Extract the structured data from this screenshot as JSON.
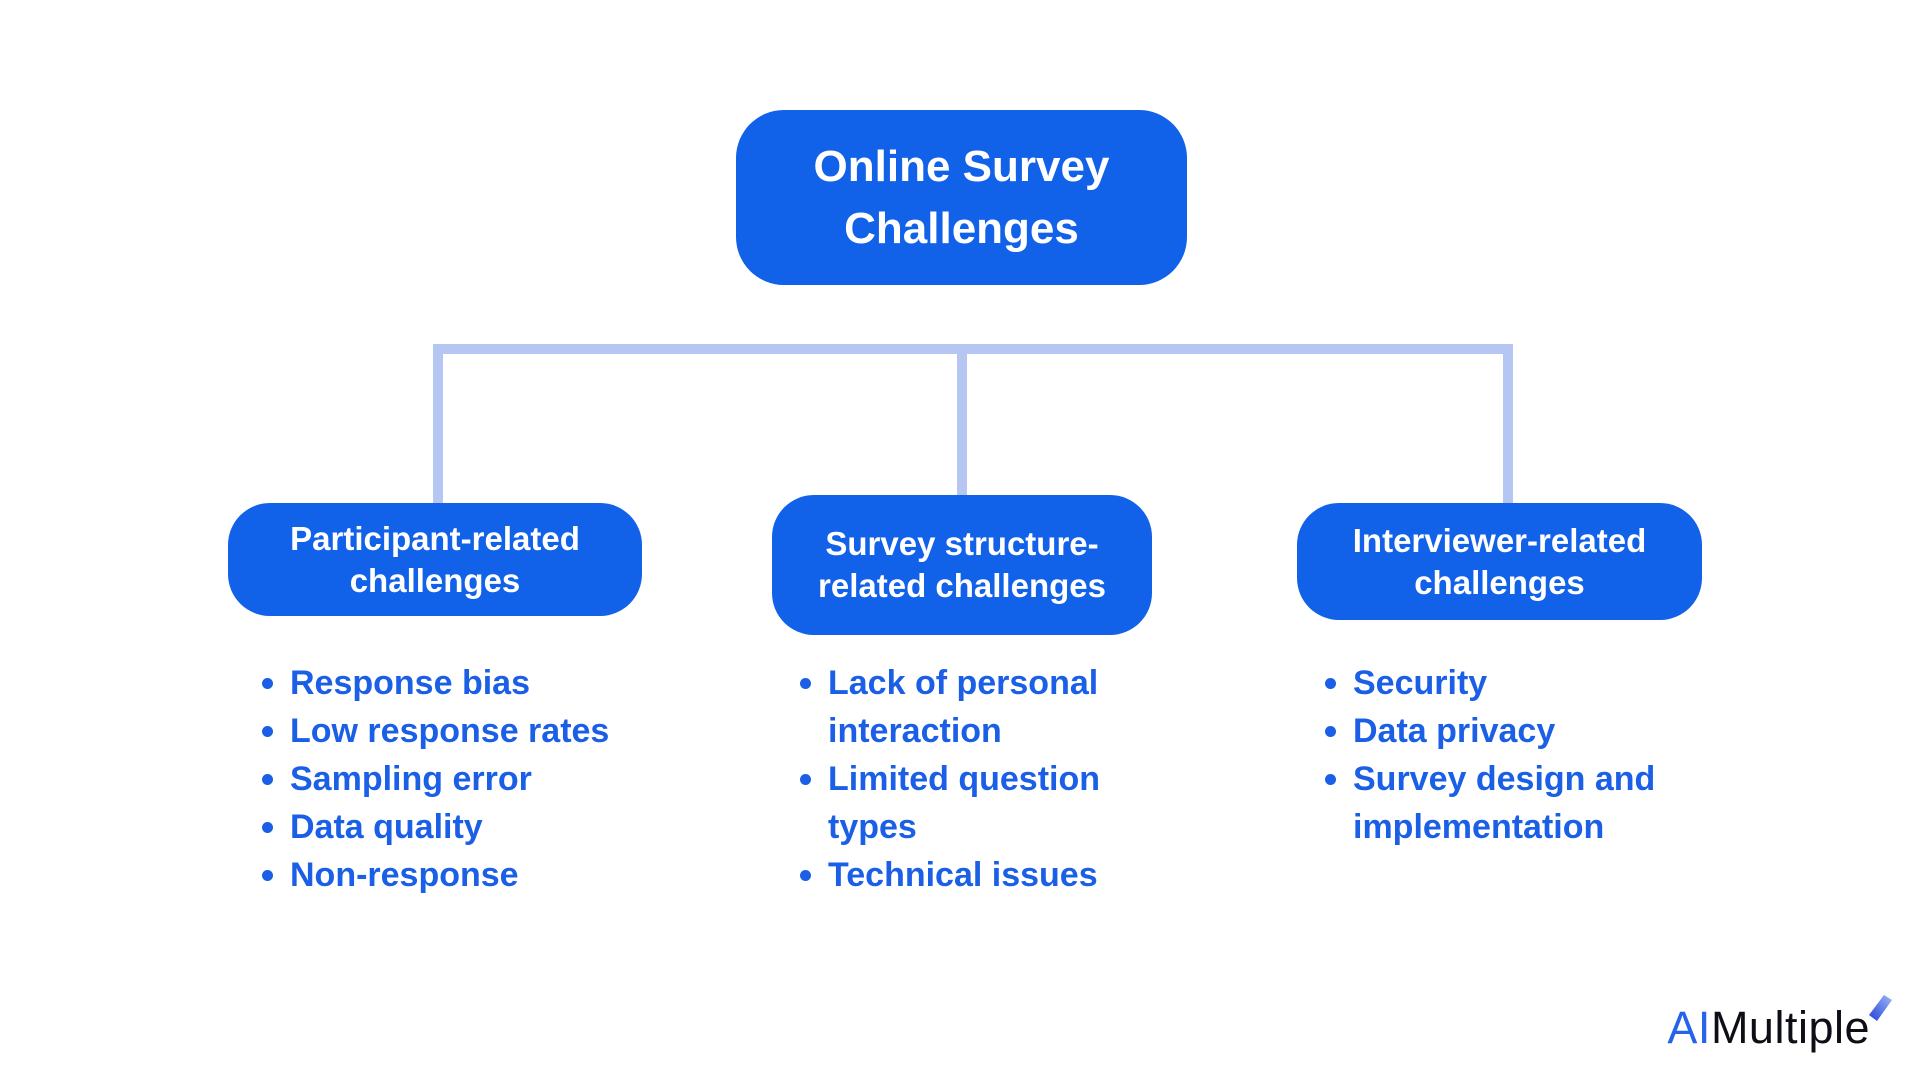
{
  "diagram": {
    "title": "Online Survey Challenges",
    "branches": [
      {
        "label": "Participant-related challenges",
        "items": [
          "Response bias",
          "Low response rates",
          "Sampling error",
          "Data quality",
          "Non-response"
        ]
      },
      {
        "label": "Survey structure-related challenges",
        "items": [
          "Lack of personal interaction",
          "Limited question types",
          "Technical issues"
        ]
      },
      {
        "label": "Interviewer-related challenges",
        "items": [
          "Security",
          "Data privacy",
          "Survey design and implementation"
        ]
      }
    ]
  },
  "colors": {
    "node_blue": "#1161e9",
    "node_text": "#ffffff",
    "list_text_blue": "#1a5fe6",
    "connector_light_blue": "#b5c6f2",
    "logo_ai_blue": "#2563eb",
    "logo_dark": "#0e0e16"
  },
  "logo": {
    "prefix": "AI",
    "suffix": "Multiple",
    "mark_icon": "lightning-bolt"
  }
}
